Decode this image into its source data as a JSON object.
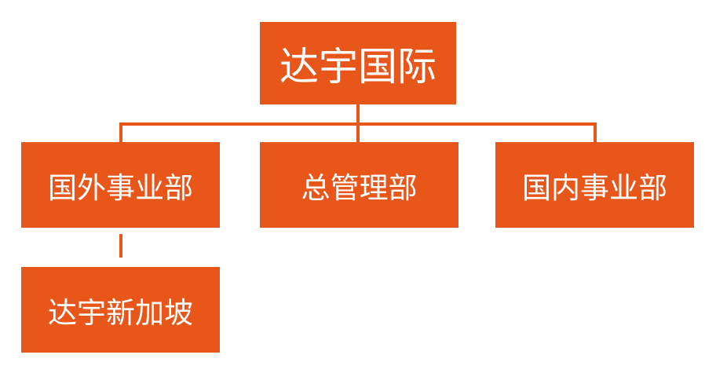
{
  "root": {
    "label": "达宇国际"
  },
  "departments": [
    {
      "label": "国外事业部"
    },
    {
      "label": "总管理部"
    },
    {
      "label": "国内事业部"
    }
  ],
  "subsidiaries": [
    {
      "parent": "国外事业部",
      "label": "达宇新加坡"
    }
  ],
  "colors": {
    "node_fill": "#e8561a",
    "connector": "#e8561a",
    "text": "#ffffff"
  }
}
